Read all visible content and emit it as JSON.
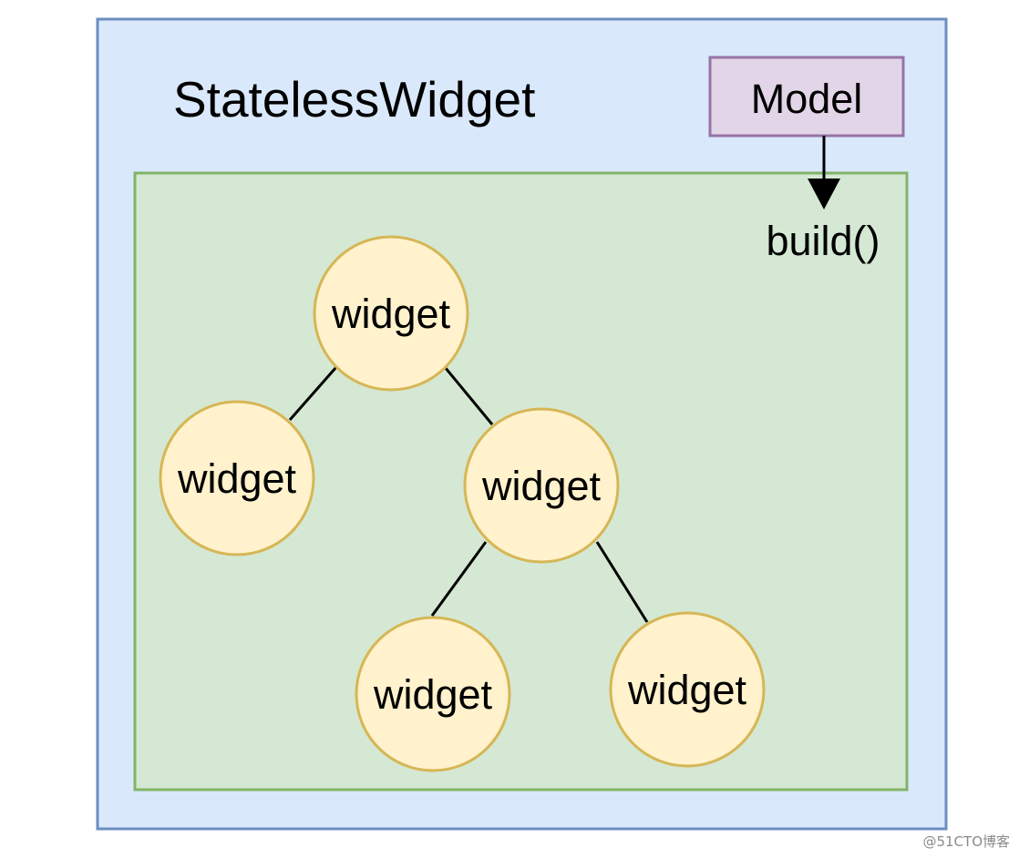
{
  "diagram": {
    "title": "StatelessWidget",
    "model_label": "Model",
    "build_label": "build()",
    "nodes": [
      {
        "id": "root",
        "label": "widget"
      },
      {
        "id": "left",
        "label": "widget"
      },
      {
        "id": "right",
        "label": "widget"
      },
      {
        "id": "right-left",
        "label": "widget"
      },
      {
        "id": "right-right",
        "label": "widget"
      }
    ],
    "edges": [
      {
        "from": "root",
        "to": "left"
      },
      {
        "from": "root",
        "to": "right"
      },
      {
        "from": "right",
        "to": "right-left"
      },
      {
        "from": "right",
        "to": "right-right"
      }
    ]
  },
  "colors": {
    "outer_fill": "#dae8fc",
    "outer_stroke": "#6c8ebf",
    "inner_fill": "#d5e8d4",
    "inner_stroke": "#82b366",
    "model_fill": "#e1d5e7",
    "model_stroke": "#9673a6",
    "node_fill": "#fff2cc",
    "node_stroke": "#d6b656",
    "edge": "#000000"
  },
  "watermark": "@51CTO博客"
}
